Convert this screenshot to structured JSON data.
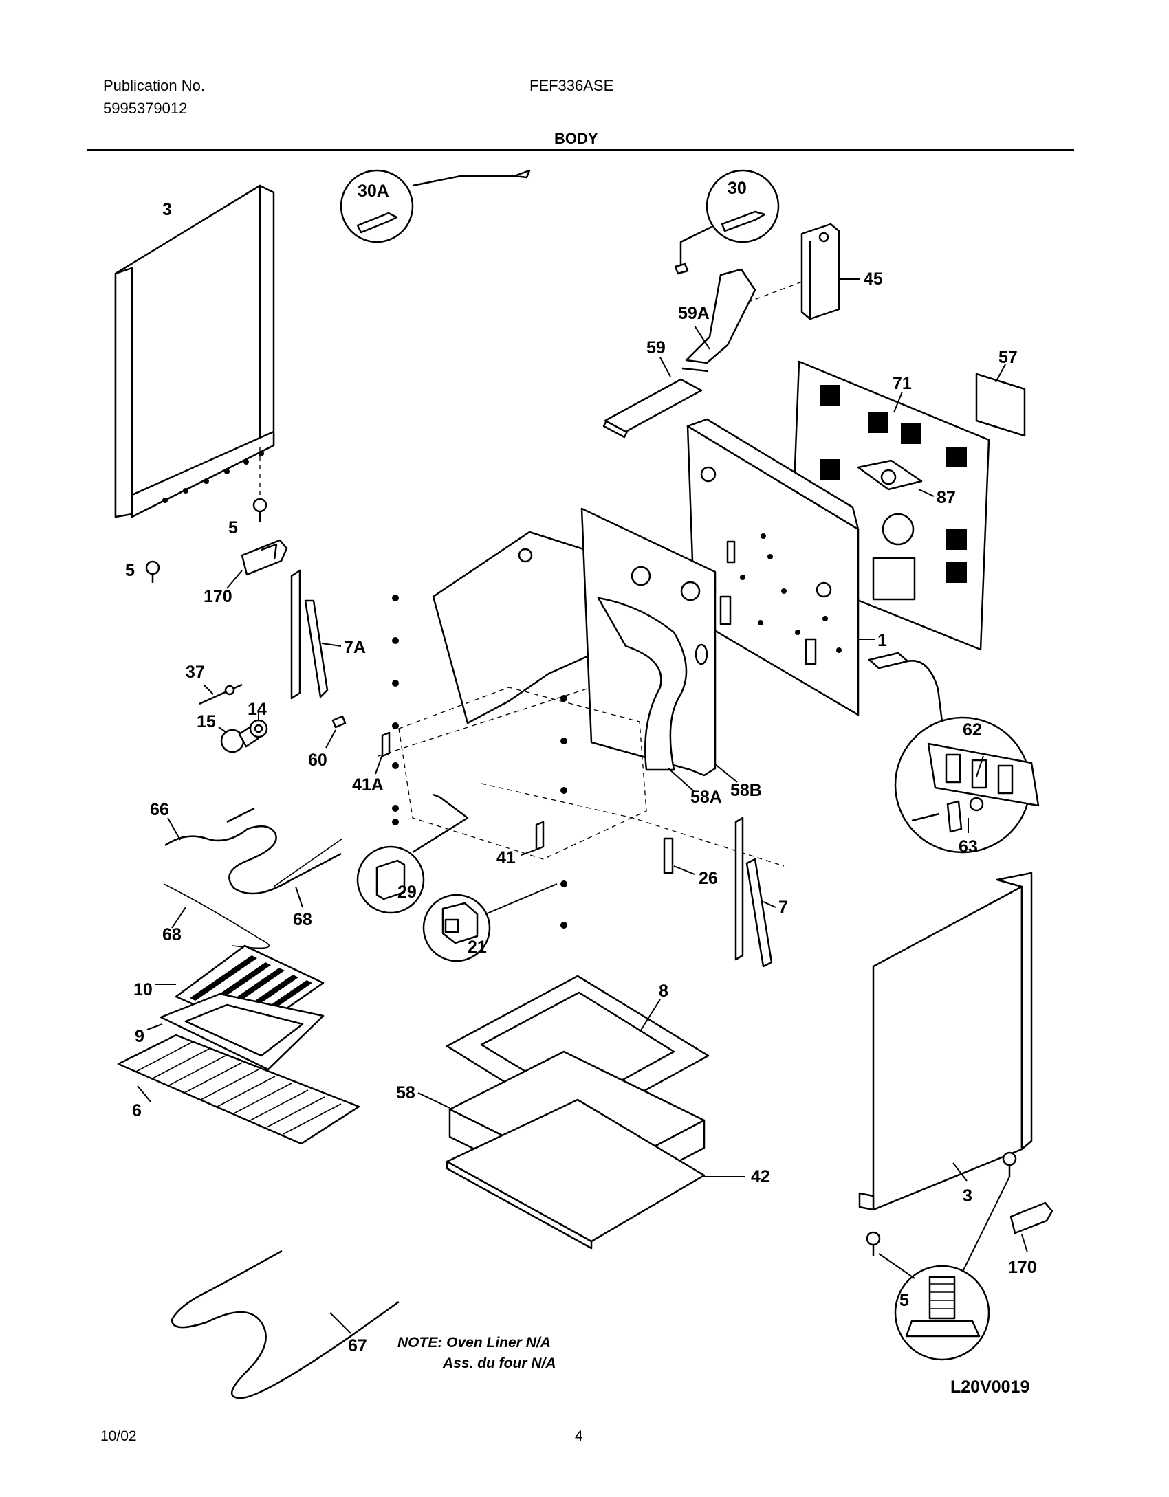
{
  "header": {
    "publication_label": "Publication No.",
    "publication_number": "5995379012",
    "model": "FEF336ASE",
    "section": "BODY"
  },
  "callouts": [
    "3",
    "30A",
    "30",
    "45",
    "59A",
    "59",
    "57",
    "71",
    "87",
    "5",
    "5",
    "170",
    "7A",
    "1",
    "37",
    "14",
    "15",
    "60",
    "41A",
    "58A",
    "58B",
    "62",
    "63",
    "66",
    "41",
    "26",
    "7",
    "29",
    "21",
    "68",
    "68",
    "10",
    "8",
    "9",
    "6",
    "58",
    "42",
    "3",
    "170",
    "5",
    "67"
  ],
  "note": {
    "line1": "NOTE: Oven Liner N/A",
    "line2": "Ass. du four N/A"
  },
  "drawing_code": "L20V0019",
  "footer": {
    "date": "10/02",
    "page": "4"
  }
}
